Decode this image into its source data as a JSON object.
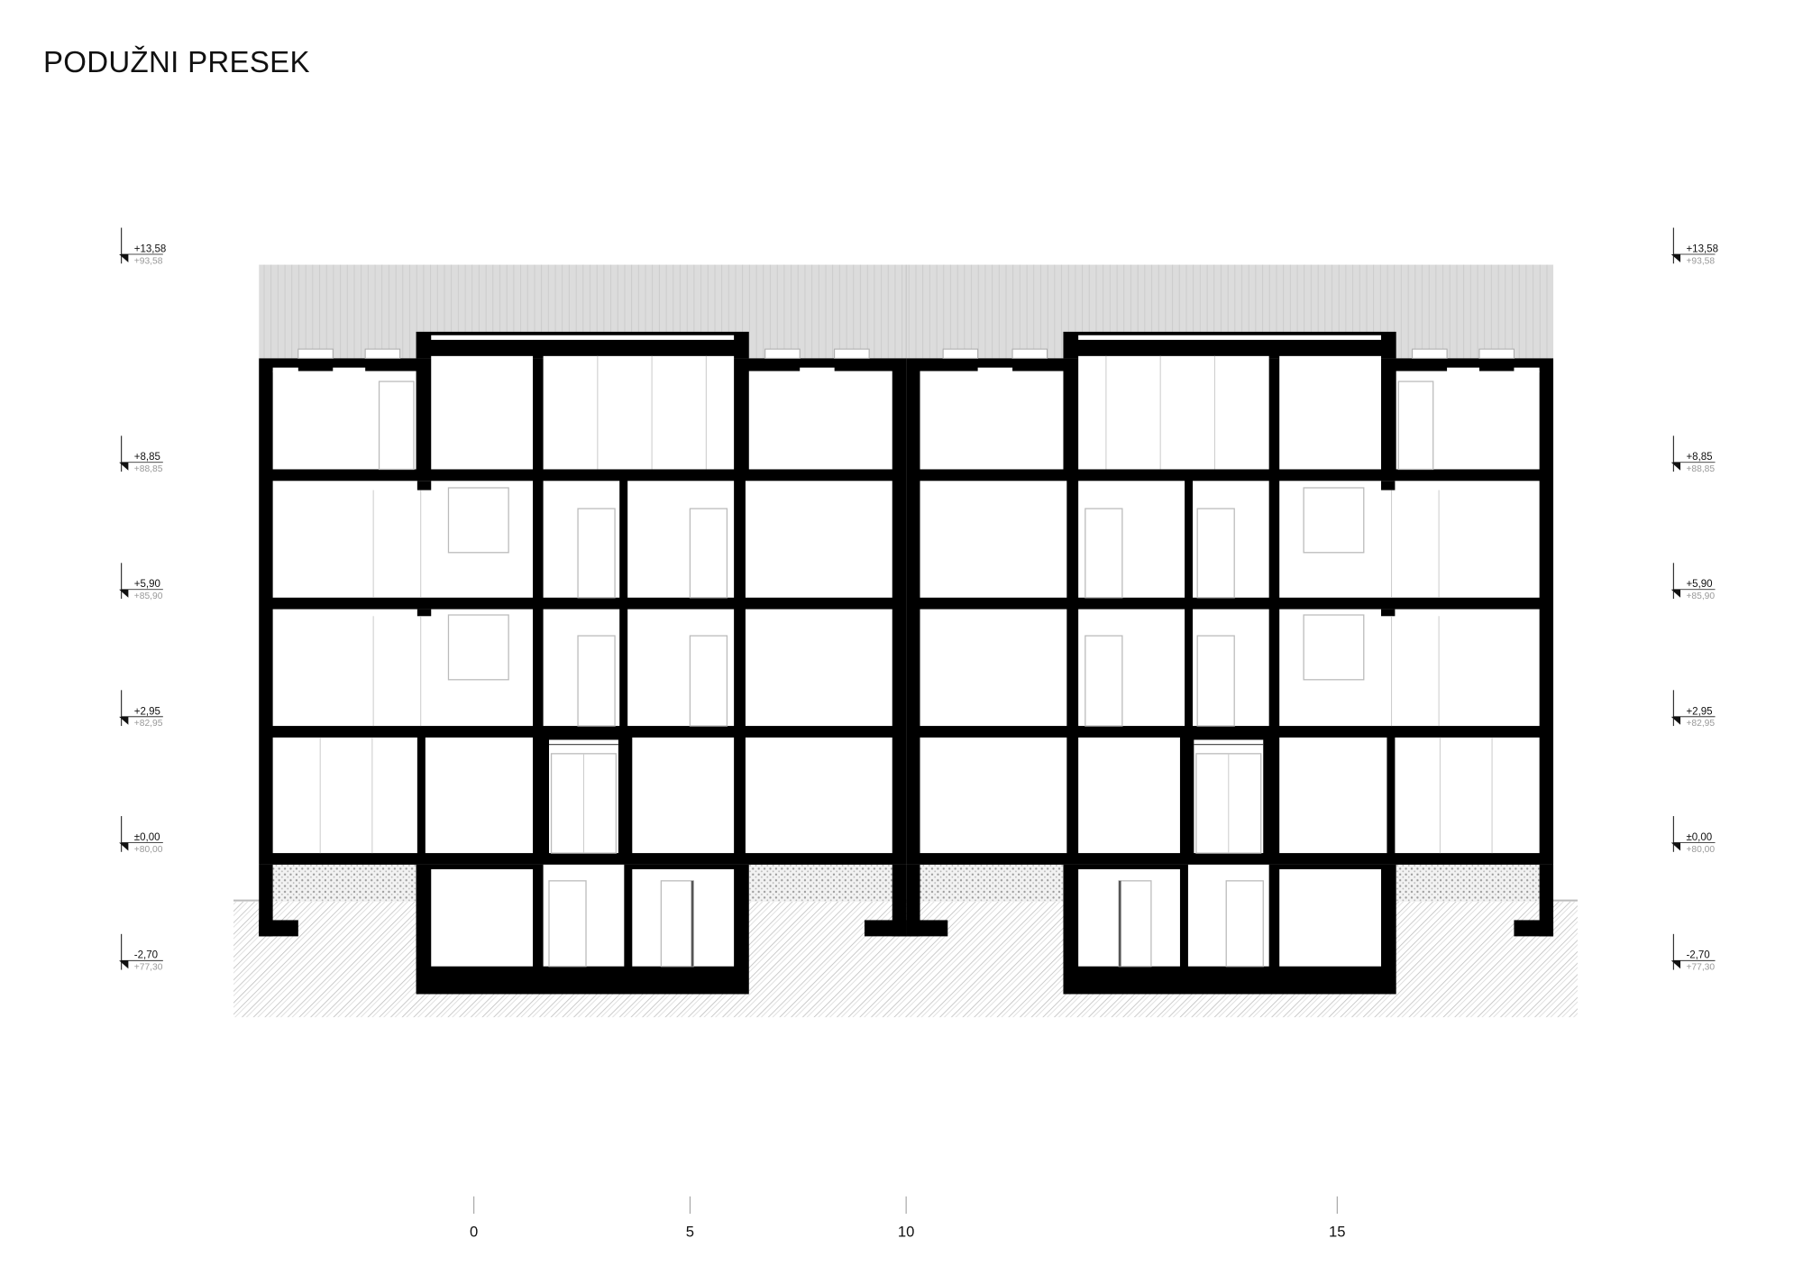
{
  "title": "PODUŽNI PRESEK",
  "levels": [
    {
      "relative": "+13,58",
      "absolute": "+93,58"
    },
    {
      "relative": "+8,85",
      "absolute": "+88,85"
    },
    {
      "relative": "+5,90",
      "absolute": "+85,90"
    },
    {
      "relative": "+2,95",
      "absolute": "+82,95"
    },
    {
      "relative": "±0,00",
      "absolute": "+80,00"
    },
    {
      "relative": "-2,70",
      "absolute": "+77,30"
    }
  ],
  "scale_bar": {
    "labels": [
      "0",
      "5",
      "10",
      "15"
    ]
  },
  "colors": {
    "structure": "#000000",
    "roof": "#dcdcdc",
    "ground_hatch": "#bdbdbd",
    "gravel": "#9a9a9a"
  }
}
